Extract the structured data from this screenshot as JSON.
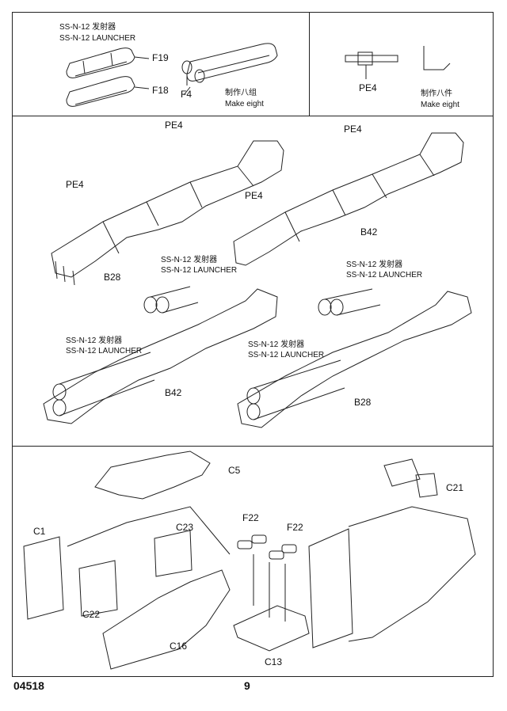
{
  "top_left": {
    "title_cn": "SS-N-12 发射器",
    "title_en": "SS-N-12 LAUNCHER",
    "part_f19": "F19",
    "part_f18": "F18",
    "part_f4": "F4",
    "make_cn": "制作八组",
    "make_en": "Make eight"
  },
  "top_right": {
    "part_pe4": "PE4",
    "make_cn": "制作八件",
    "make_en": "Make eight"
  },
  "middle": {
    "pe4_a": "PE4",
    "pe4_b": "PE4",
    "pe4_c": "PE4",
    "pe4_d": "PE4",
    "b42_top": "B42",
    "b28_left": "B28",
    "launcher_a_cn": "SS-N-12 发射器",
    "launcher_a_en": "SS-N-12 LAUNCHER",
    "launcher_b_cn": "SS-N-12 发射器",
    "launcher_b_en": "SS-N-12 LAUNCHER",
    "launcher_c_cn": "SS-N-12 发射器",
    "launcher_c_en": "SS-N-12 LAUNCHER",
    "launcher_d_cn": "SS-N-12 发射器",
    "launcher_d_en": "SS-N-12 LAUNCHER",
    "b42_bottom": "B42",
    "b28_right": "B28"
  },
  "bottom": {
    "c5": "C5",
    "c1": "C1",
    "c23": "C23",
    "c22": "C22",
    "c16": "C16",
    "f22_a": "F22",
    "f22_b": "F22",
    "c13": "C13",
    "c21": "C21"
  },
  "footer": {
    "code": "04518",
    "page": "9"
  }
}
